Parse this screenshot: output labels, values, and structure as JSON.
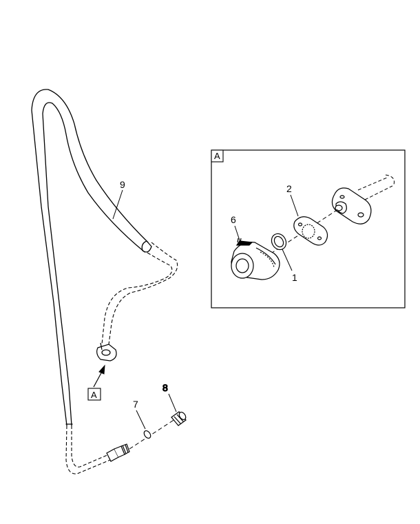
{
  "callouts": {
    "c9": "9",
    "c2": "2",
    "c6": "6",
    "c1": "1",
    "c7": "7",
    "c8": "8"
  },
  "detail_view": {
    "letter": "A"
  },
  "reference_tag": {
    "letter": "A"
  },
  "colors": {
    "line": "#000000",
    "background": "#ffffff"
  }
}
